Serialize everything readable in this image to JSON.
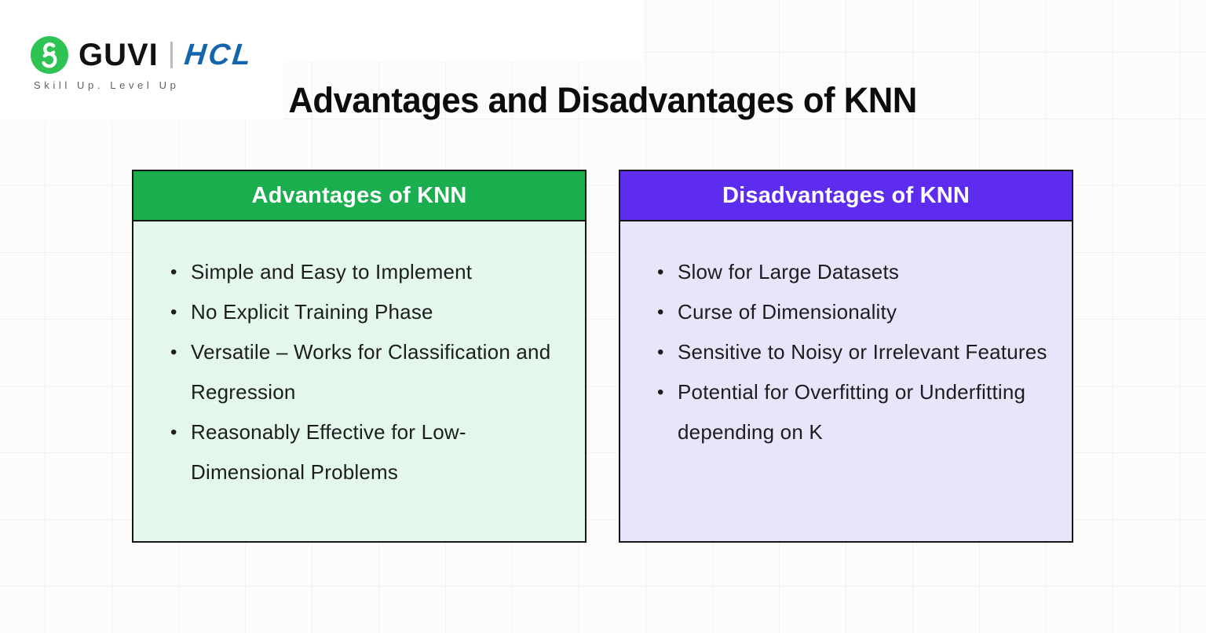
{
  "page_title": "Advantages and Disadvantages of KNN",
  "logo": {
    "brand": "GUVI",
    "partner": "HCL",
    "tagline": "Skill Up. Level Up"
  },
  "cards": [
    {
      "title": "Advantages of KNN",
      "items": [
        "Simple and Easy to Implement",
        "No Explicit Training Phase",
        "Versatile – Works for Classification and Regression",
        "Reasonably Effective for Low-Dimensional Problems"
      ],
      "header_color": "#1BAE4F",
      "body_color": "#E3F7EA"
    },
    {
      "title": "Disadvantages of KNN",
      "items": [
        "Slow for Large Datasets",
        "Curse of Dimensionality",
        "Sensitive to Noisy or Irrelevant Features",
        "Potential for Overfitting or Underfitting depending on K"
      ],
      "header_color": "#5E2CEF",
      "body_color": "#E9E4F9"
    }
  ],
  "colors": {
    "advantages_header": "#1BAE4F",
    "advantages_body": "#E3F7EA",
    "disadvantages_header": "#5E2CEF",
    "disadvantages_body": "#E9E4F9",
    "card_border": "#161616",
    "guvi_icon_green": "#2EC353",
    "hcl_blue": "#1565AC",
    "title_text": "#0C0C0C",
    "body_text": "#1D1D20"
  }
}
